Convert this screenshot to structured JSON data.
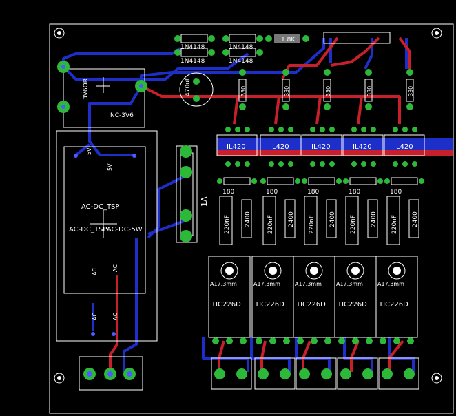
{
  "colors": {
    "background": "#000000",
    "silkscreen": "#ffffff",
    "top_copper": "#c8202a",
    "bottom_copper": "#1e2ec8",
    "pad": "#2db83a",
    "drill": "#4a5cff"
  },
  "labels": {
    "diode1": "1N4148",
    "diode2": "1N4148",
    "diode3": "1N4148",
    "diode4": "1N4148",
    "diode_r": "1.8K",
    "relay_main": "3V6OR",
    "relay_nc": "NC-3V6",
    "cap_main": "470uF",
    "psu_name": "AC-DC_TSP",
    "psu_value": "AC-DC_TSPAC-DC-5W",
    "psu_5v_a": "5V",
    "psu_5v_b": "5V",
    "psu_ac_1": "AC",
    "psu_ac_2": "AC",
    "psu_ac_3": "AC",
    "psu_ac_4": "AC",
    "fuse": "1A",
    "r_top": "330",
    "optocoupler": "IL420",
    "r_180": "180",
    "cap_220": "220nF",
    "r_2400": "2400",
    "heatsink": "A17.3mm",
    "triac": "TIC226D"
  },
  "channels": [
    {
      "id": "1"
    },
    {
      "id": "2"
    },
    {
      "id": "3"
    },
    {
      "id": "4"
    },
    {
      "id": "5"
    }
  ]
}
